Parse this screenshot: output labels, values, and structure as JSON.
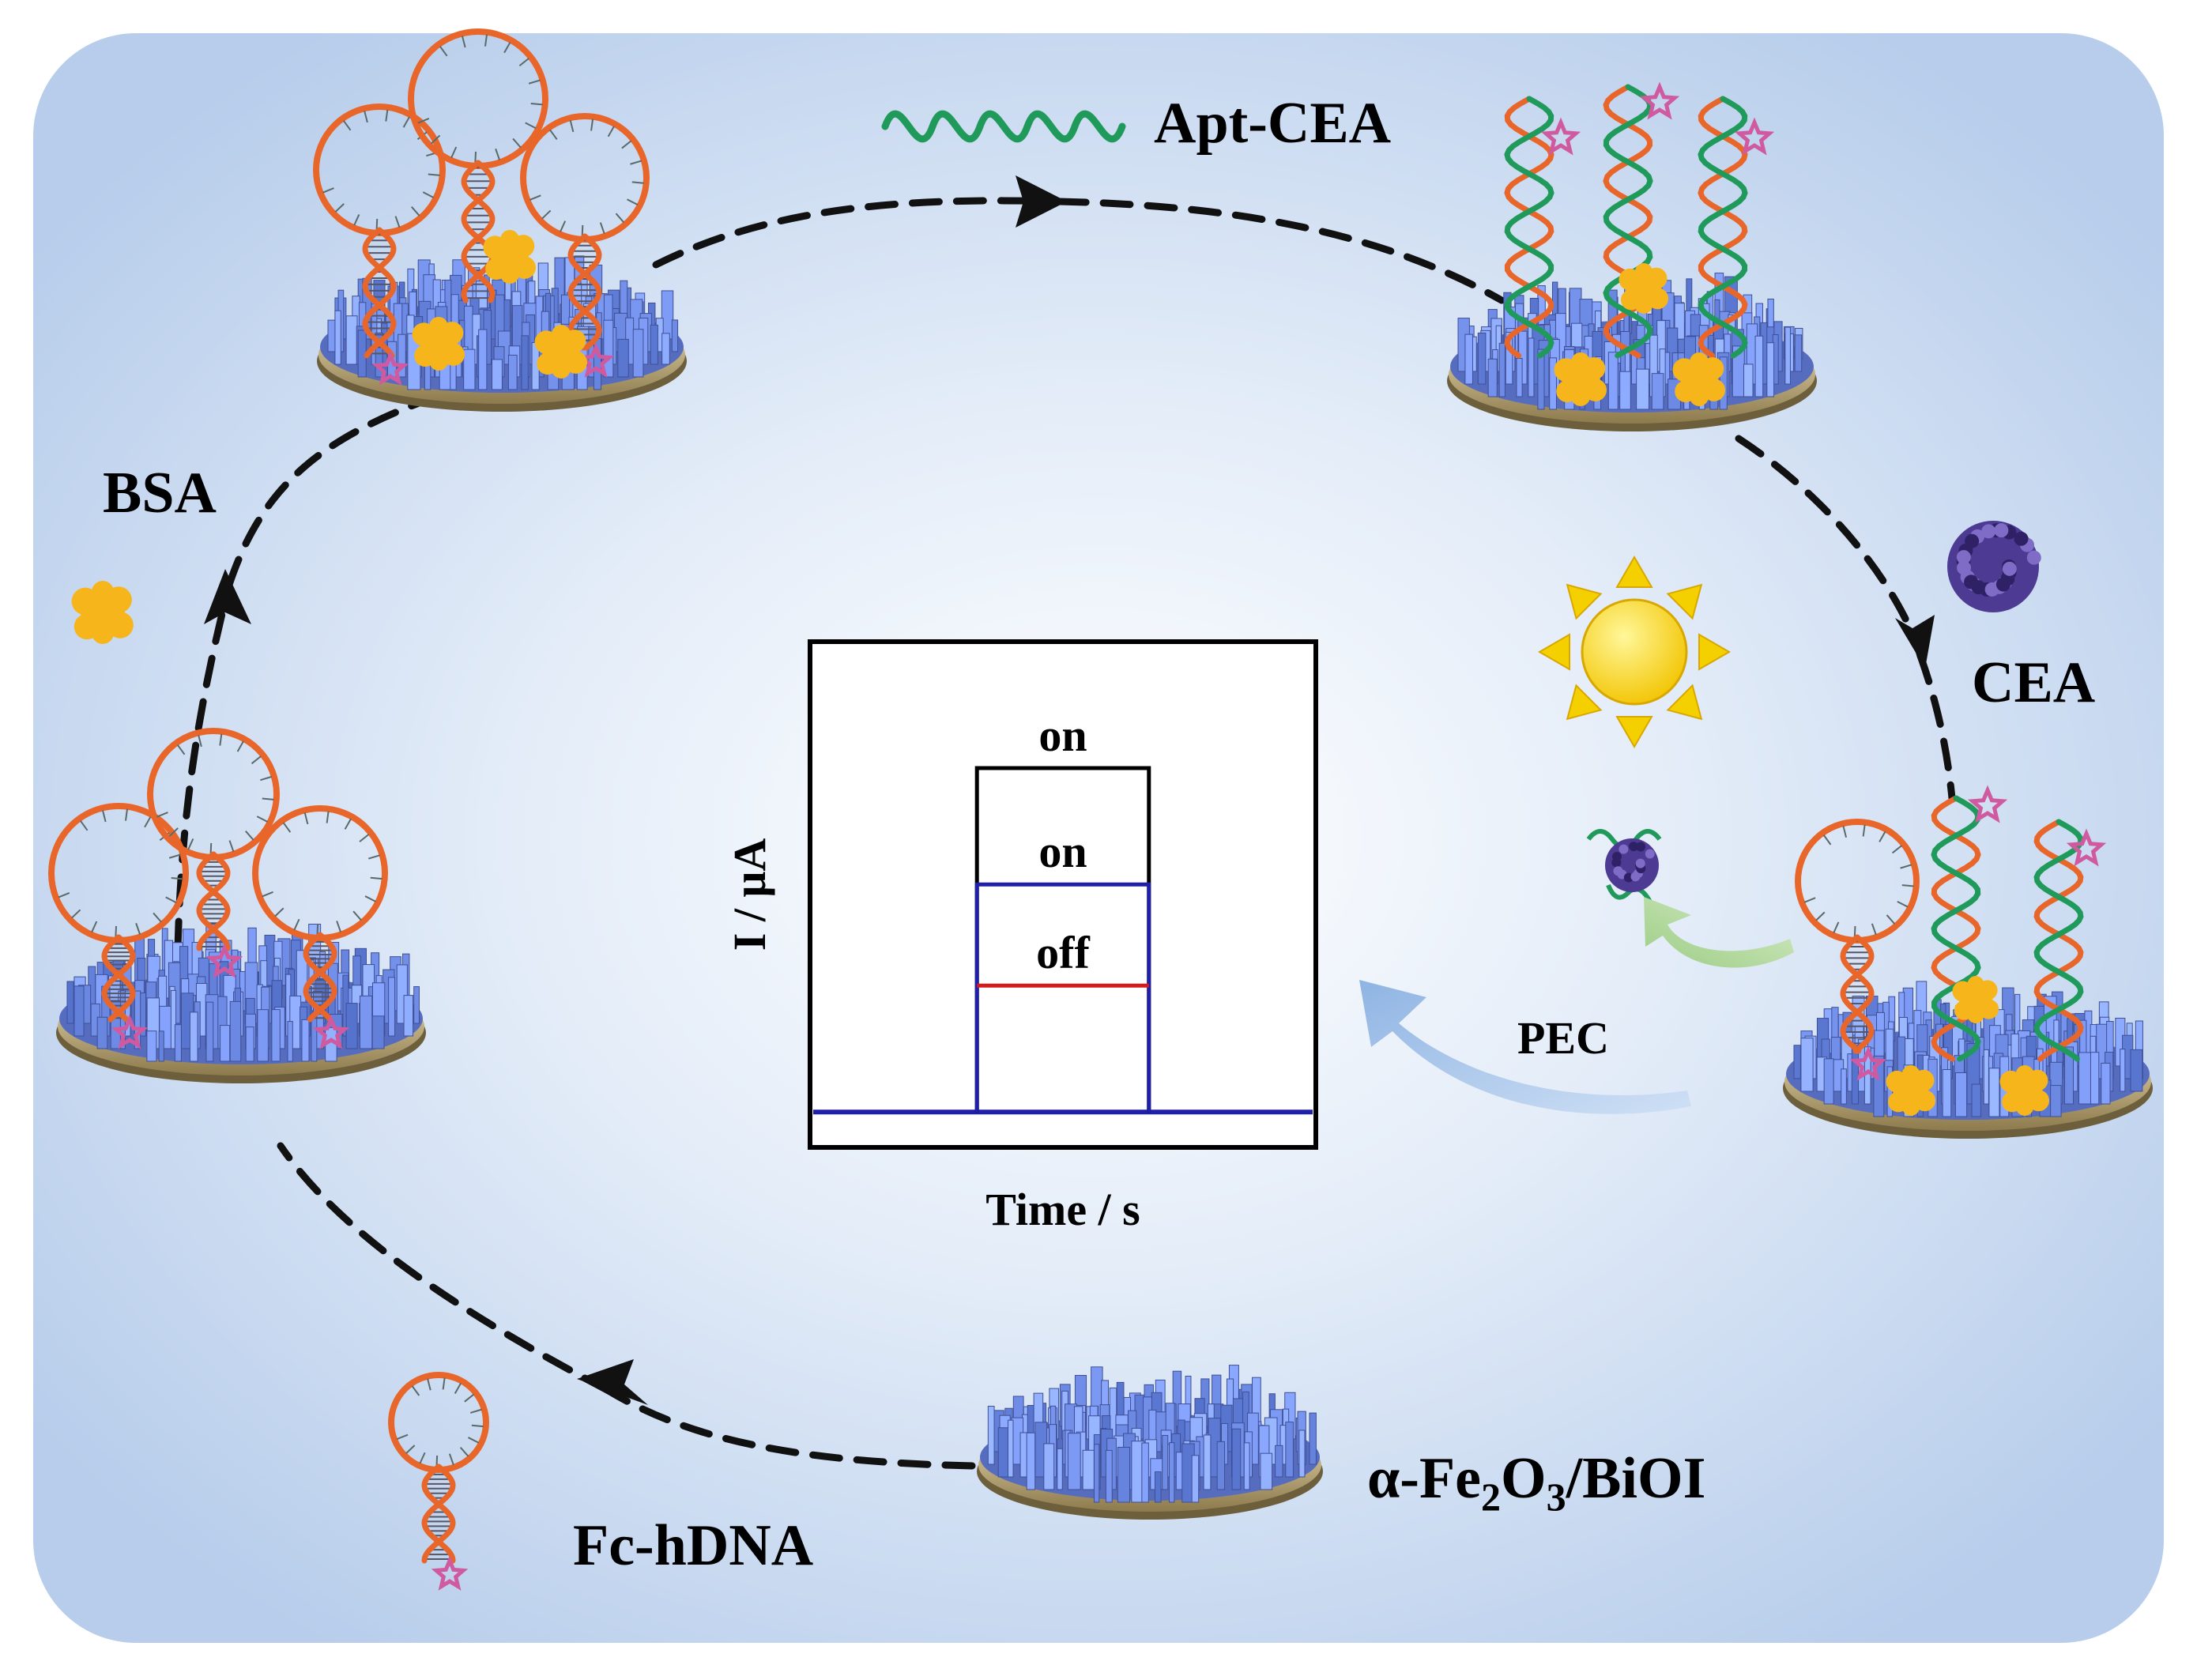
{
  "labels": {
    "apt_cea": "Apt-CEA",
    "bsa": "BSA",
    "cea": "CEA",
    "pec": "PEC",
    "fc_hdna": "Fc-hDNA",
    "substrate": {
      "pre": "α-Fe",
      "sub1": "2",
      "mid": "O",
      "sub2": "3",
      "post": "/BiOI"
    }
  },
  "plot": {
    "xlabel": "Time / s",
    "ylabel": "I / μA",
    "traces": [
      {
        "label": "on",
        "color": "#000000",
        "level": 0.68
      },
      {
        "label": "on",
        "color": "#1f1fa8",
        "level": 0.45
      },
      {
        "label": "off",
        "color": "#d41a1a",
        "level": 0.25
      }
    ]
  },
  "colors": {
    "background": "#b9cfec",
    "dna_orange": "#e8662a",
    "dna_green": "#1f9a5a",
    "protein": "#f7b51c",
    "cea": "#4c3a93",
    "star": "#d05aa0",
    "nanosheet": "#6f86d6"
  }
}
